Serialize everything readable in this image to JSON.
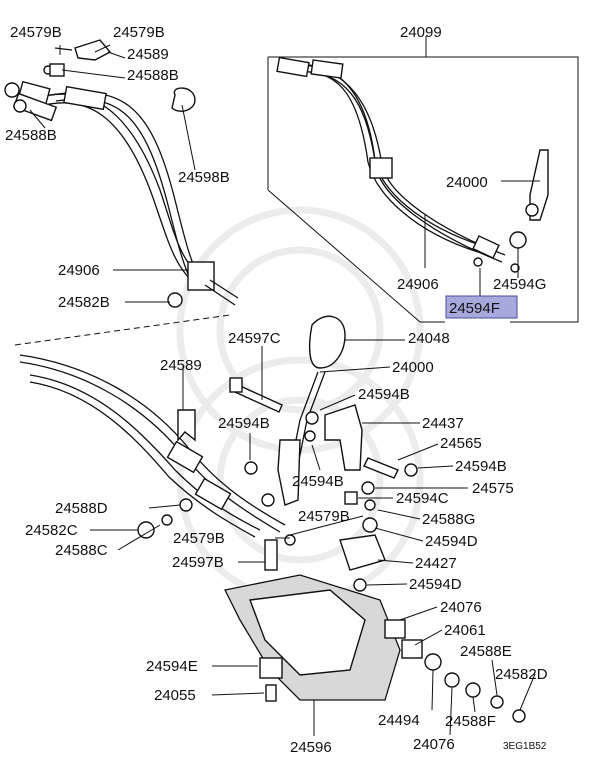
{
  "diagram": {
    "part_labels": {
      "p24579B_a": "24579B",
      "p24579B_b": "24579B",
      "p24589_a": "24589",
      "p24588B_a": "24588B",
      "p24588B_b": "24588B",
      "p24598B": "24598B",
      "p24906_a": "24906",
      "p24582B": "24582B",
      "p24099": "24099",
      "p24000_a": "24000",
      "p24906_b": "24906",
      "p24594G": "24594G",
      "p24594F": "24594F",
      "p24597C": "24597C",
      "p24048": "24048",
      "p24589_b": "24589",
      "p24000_b": "24000",
      "p24594B_a": "24594B",
      "p24437": "24437",
      "p24594B_b": "24594B",
      "p24565": "24565",
      "p24594B_c": "24594B",
      "p24594B_d": "24594B",
      "p24575": "24575",
      "p24594C": "24594C",
      "p24588D": "24588D",
      "p24579B_c": "24579B",
      "p24588G": "24588G",
      "p24582C": "24582C",
      "p24579B_d": "24579B",
      "p24594D_a": "24594D",
      "p24588C": "24588C",
      "p24427": "24427",
      "p24597B": "24597B",
      "p24594D_b": "24594D",
      "p24076_a": "24076",
      "p24061": "24061",
      "p24594E": "24594E",
      "p24588E": "24588E",
      "p24582D": "24582D",
      "p24055": "24055",
      "p24494": "24494",
      "p24588F": "24588F",
      "p24076_b": "24076",
      "p24596": "24596"
    },
    "highlighted_part": "p24594F",
    "highlight_color": "#a7a9dd",
    "code": "3EG1B52"
  }
}
